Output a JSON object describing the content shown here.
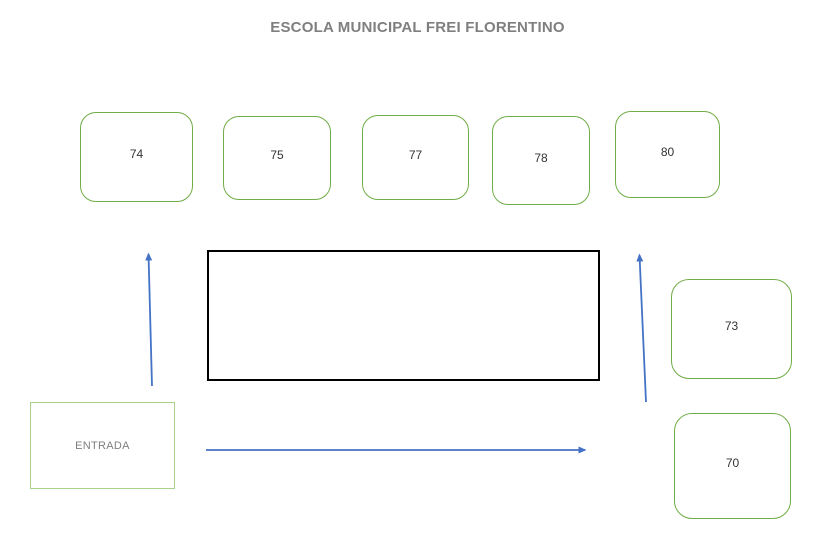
{
  "title": "ESCOLA MUNICIPAL FREI FLORENTINO",
  "rooms": [
    {
      "label": "74"
    },
    {
      "label": "75"
    },
    {
      "label": "77"
    },
    {
      "label": "78"
    },
    {
      "label": "80"
    },
    {
      "label": "73"
    },
    {
      "label": "70"
    }
  ],
  "entrance": {
    "label": "ENTRADA"
  },
  "arrows": [
    {
      "name": "entrance-up-arrow",
      "direction": "up"
    },
    {
      "name": "right-up-arrow",
      "direction": "up"
    },
    {
      "name": "corridor-right-arrow",
      "direction": "right"
    }
  ],
  "colors": {
    "room_border": "#70ad47",
    "entrance_border": "#a9d18e",
    "arrow": "#4472c4",
    "title_text": "#7f7f7f",
    "building_border": "#000000",
    "room_text": "#333333",
    "entrance_text": "#7f7f7f"
  }
}
